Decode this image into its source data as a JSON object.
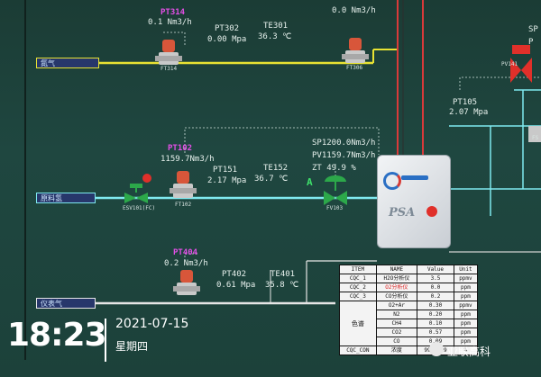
{
  "header": {
    "pt314": "PT314",
    "pt314_flow": "0.1 Nm3/h",
    "pt314_dev": "FT314",
    "pt302": "PT302",
    "pt302_val": "0.00 Mpa",
    "te301": "TE301",
    "te301_val": "36.3 ℃",
    "pt306_flow": "0.0 Nm3/h",
    "pt306_dev": "FT306"
  },
  "lines": {
    "nitrogen": "氮气",
    "feed": "原料氢",
    "instrument_air": "仪表气"
  },
  "feed": {
    "pt102": "PT102",
    "pt102_flow": "1159.7Nm3/h",
    "pt151": "PT151",
    "pt151_val": "2.17 Mpa",
    "te152": "TE152",
    "te152_val": "36.7 ℃",
    "esv": "ESV101(FC)",
    "ft102": "FT102",
    "sp": "SP1200.0Nm3/h",
    "pv": "PV1159.7Nm3/h",
    "zt": "ZT 49.9 %",
    "fv_letter": "A",
    "fv": "FV103"
  },
  "right": {
    "pt105": "PT105",
    "pt105_val": "2.07 Mpa",
    "sp": "SP",
    "p": "P",
    "pv141": "PV141",
    "fs": "FS"
  },
  "air": {
    "pt404": "PT404",
    "pt404_flow": "0.2 Nm3/h",
    "pt402": "PT402",
    "pt402_val": "0.61 Mpa",
    "te401": "TE401",
    "te401_val": "35.8 ℃"
  },
  "psa": {
    "text": "PSA"
  },
  "table": {
    "headers": [
      "ITEM",
      "NAME",
      "Value",
      "Unit"
    ],
    "rows": [
      {
        "item": "CQC_1",
        "name": "H2O分析仪",
        "value": "3.5",
        "unit": "ppmv"
      },
      {
        "item": "CQC_2",
        "name": "O2分析仪",
        "value": "0.0",
        "unit": "ppm"
      },
      {
        "item": "CQC_3",
        "name": "CO分析仪",
        "value": "0.2",
        "unit": "ppm"
      }
    ],
    "chrom_label": "色谱",
    "chrom": [
      {
        "name": "O2+Ar",
        "value": "0.30",
        "unit": "ppmv"
      },
      {
        "name": "N2",
        "value": "0.20",
        "unit": "ppm"
      },
      {
        "name": "CH4",
        "value": "0.10",
        "unit": "ppm"
      },
      {
        "name": "CO2",
        "value": "0.57",
        "unit": "ppm"
      },
      {
        "name": "CO",
        "value": "0.09",
        "unit": "ppm"
      }
    ],
    "last": {
      "item": "CQC_CON",
      "name": "浓度",
      "value": "99.9989",
      "unit": "%"
    }
  },
  "clock": {
    "time": "18:23",
    "date": "2021-07-15",
    "weekday": "星期四"
  },
  "watermark": "亚联高科",
  "colors": {
    "nitrogen_line": "#e8e233",
    "feed_line": "#7fe9ef",
    "air_line": "#e6e6e6",
    "bg": "#1f4740"
  }
}
